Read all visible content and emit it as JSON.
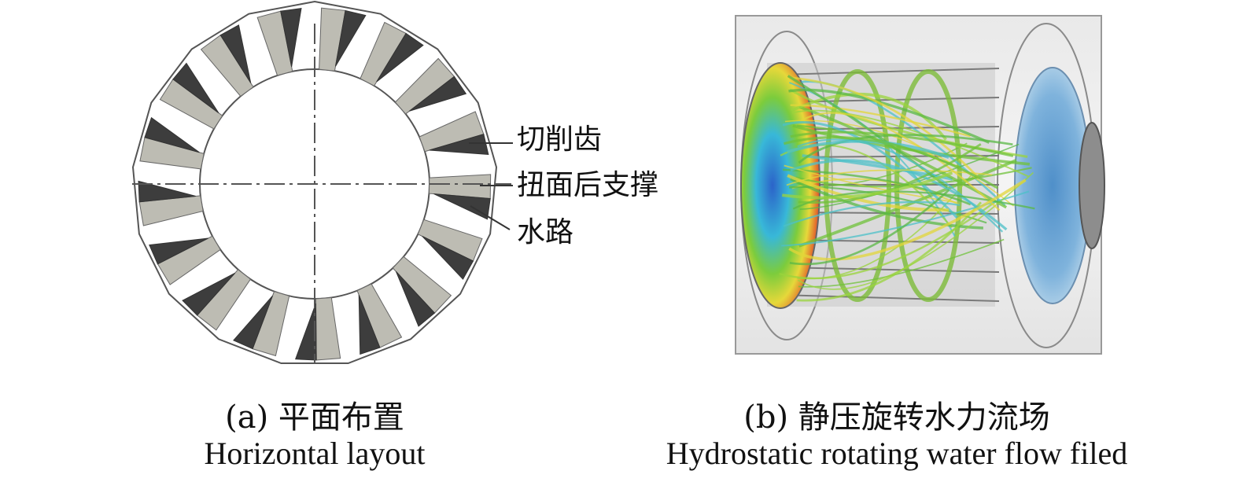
{
  "panel_a": {
    "labels": {
      "cutting_teeth": "切削齿",
      "torsion_support": "扭面后支撑",
      "water_channel": "水路"
    },
    "caption_zh": "(a) 平面布置",
    "caption_en": "Horizontal layout"
  },
  "panel_b": {
    "caption_zh": "(b) 静压旋转水力流场",
    "caption_en": "Hydrostatic rotating water flow filed"
  },
  "colors": {
    "tooth_light": "#bdbcb3",
    "tooth_dark": "#3d3d3d",
    "line": "#555555"
  }
}
